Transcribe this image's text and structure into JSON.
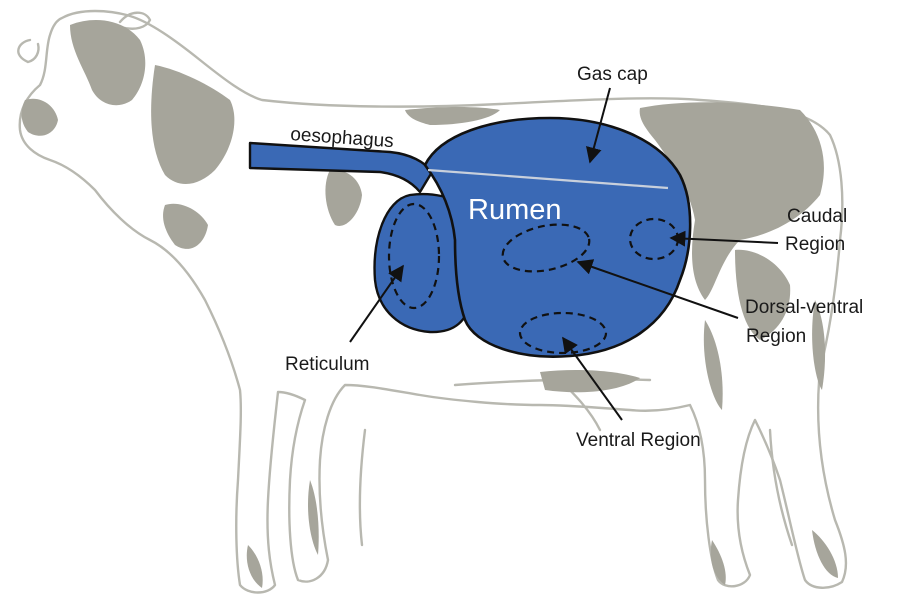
{
  "labels": {
    "oesophagus": "oesophagus",
    "rumen": "Rumen",
    "gas_cap": "Gas cap",
    "caudal_line1": "Caudal",
    "caudal_line2": "Region",
    "dorsal_line1": "Dorsal-ventral",
    "dorsal_line2": "Region",
    "reticulum": "Reticulum",
    "ventral": "Ventral Region"
  },
  "colors": {
    "stomach_fill": "#3a69b5",
    "stomach_outline": "#111111",
    "cow_spots": "#a6a59b",
    "cow_outline": "#b8b8b0",
    "gas_line": "#c8d0dc"
  }
}
